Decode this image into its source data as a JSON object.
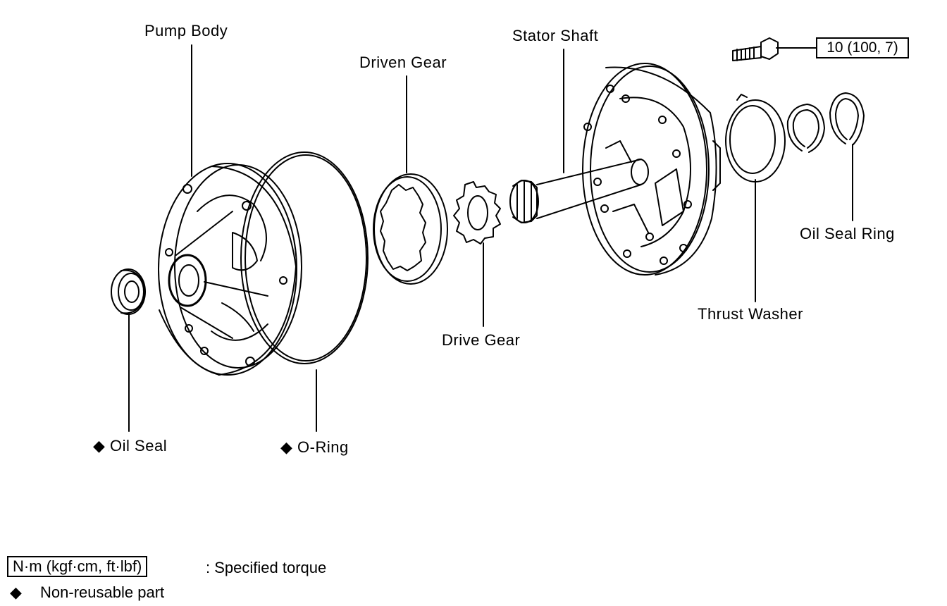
{
  "labels": {
    "pump_body": "Pump Body",
    "driven_gear": "Driven Gear",
    "stator_shaft": "Stator Shaft",
    "oil_seal_ring": "Oil Seal Ring",
    "thrust_washer": "Thrust Washer",
    "drive_gear": "Drive Gear",
    "oil_seal": "Oil Seal",
    "o_ring": "O-Ring"
  },
  "torque": "10 (100, 7)",
  "legend": {
    "torque_units": "N·m (kgf·cm, ft·lbf)",
    "torque_desc": ": Specified torque",
    "non_reusable": "Non-reusable part"
  },
  "symbols": {
    "non_reusable_marker": "◆"
  },
  "icons": [
    "diamond-icon"
  ],
  "colors": {
    "ink": "#000000",
    "paper": "#ffffff"
  }
}
